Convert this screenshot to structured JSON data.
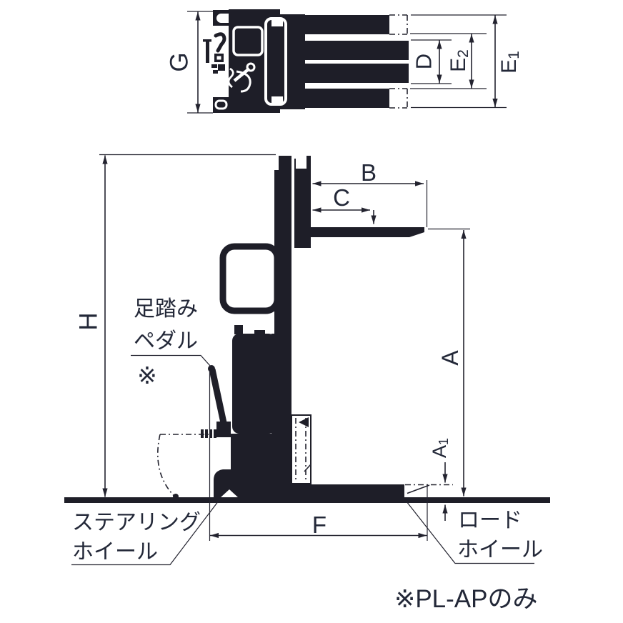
{
  "dims": {
    "G": "G",
    "D": "D",
    "E2_main": "E",
    "E2_sub": "2",
    "E1_main": "E",
    "E1_sub": "1",
    "H": "H",
    "B": "B",
    "C": "C",
    "A": "A",
    "A1_main": "A",
    "A1_sub": "1",
    "F": "F"
  },
  "labels": {
    "foot_pedal_1": "足踏み",
    "foot_pedal_2": "ペダル",
    "pedal_note_mark": "※",
    "steering_1": "ステアリング",
    "steering_2": "ホイール",
    "load_1": "ロード",
    "load_2": "ホイール",
    "note": "※PL-APのみ"
  },
  "colors": {
    "ink": "#1e1e28",
    "line": "#23232f",
    "text": "#232838",
    "background": "#ffffff"
  }
}
